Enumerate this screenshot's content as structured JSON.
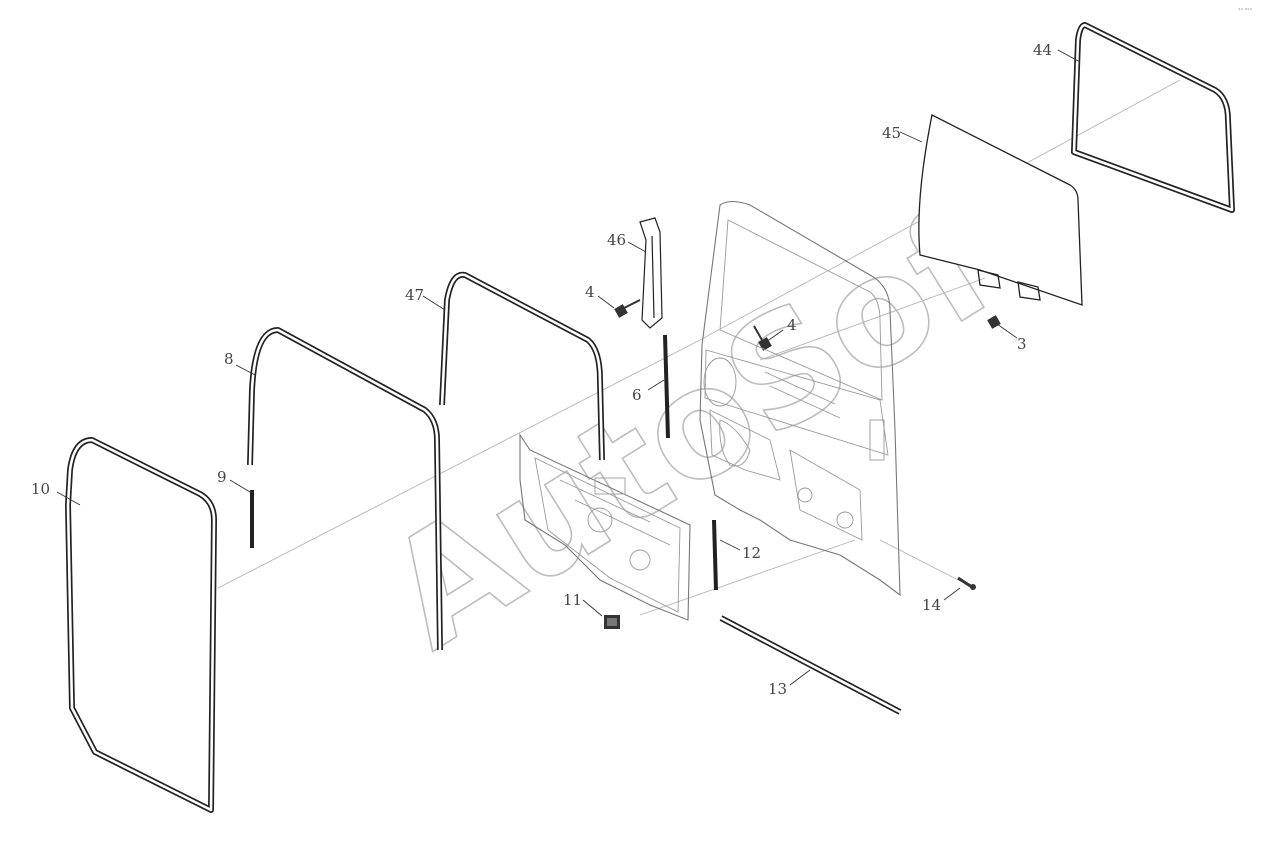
{
  "diagram": {
    "watermark": "AutoSoft",
    "corner_mark": "°° °°°",
    "callouts": [
      {
        "id": "c10",
        "label": "10"
      },
      {
        "id": "c9",
        "label": "9"
      },
      {
        "id": "c8",
        "label": "8"
      },
      {
        "id": "c47",
        "label": "47"
      },
      {
        "id": "c46",
        "label": "46"
      },
      {
        "id": "c4a",
        "label": "4"
      },
      {
        "id": "c4b",
        "label": "4"
      },
      {
        "id": "c6",
        "label": "6"
      },
      {
        "id": "c11",
        "label": "11"
      },
      {
        "id": "c12",
        "label": "12"
      },
      {
        "id": "c13",
        "label": "13"
      },
      {
        "id": "c14",
        "label": "14"
      },
      {
        "id": "c45",
        "label": "45"
      },
      {
        "id": "c44",
        "label": "44"
      },
      {
        "id": "c3",
        "label": "3"
      }
    ]
  }
}
